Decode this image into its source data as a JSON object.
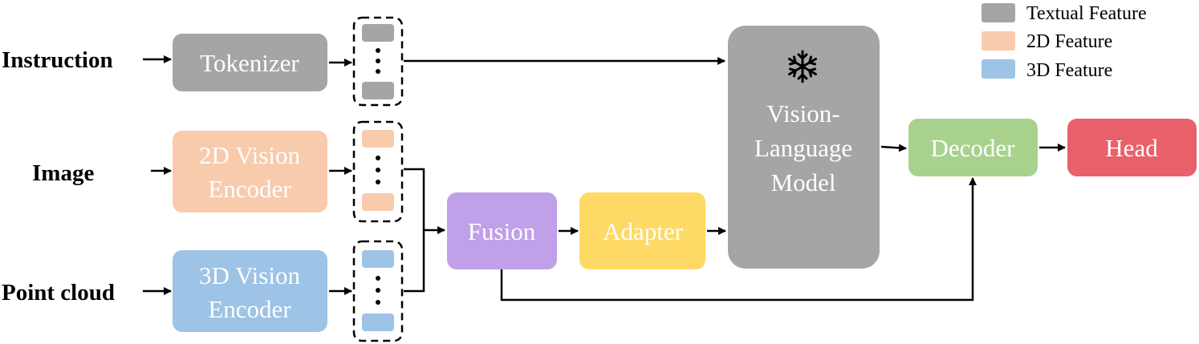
{
  "inputs": {
    "instruction": "Instruction",
    "image": "Image",
    "point_cloud": "Point cloud"
  },
  "modules": {
    "tokenizer": "Tokenizer",
    "vision2d_line1": "2D Vision",
    "vision2d_line2": "Encoder",
    "vision3d_line1": "3D Vision",
    "vision3d_line2": "Encoder",
    "fusion": "Fusion",
    "adapter": "Adapter",
    "vlm_line1": "Vision-",
    "vlm_line2": "Language",
    "vlm_line3": "Model",
    "decoder": "Decoder",
    "head": "Head"
  },
  "legend": {
    "textual": "Textual Feature",
    "feature2d": "2D Feature",
    "feature3d": "3D Feature"
  },
  "icons": {
    "frozen": "snowflake-icon"
  },
  "colors": {
    "textual": "#a5a5a5",
    "feature2d": "#f8cbad",
    "feature3d": "#9dc3e6",
    "fusion": "#c0a0e8",
    "adapter": "#ffd966",
    "decoder": "#a9d18e",
    "head": "#e8616a",
    "vlm": "#a5a5a5"
  }
}
